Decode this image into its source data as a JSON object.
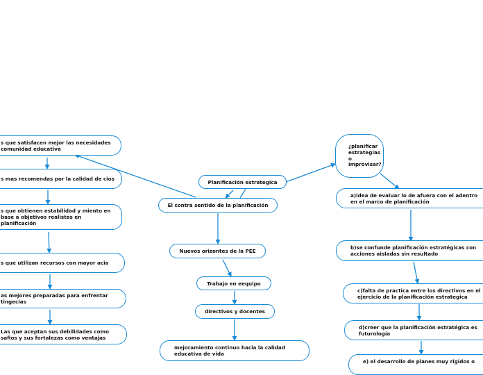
{
  "colors": {
    "line": "#1a8bd6",
    "text": "#111111",
    "background": "#ffffff"
  },
  "nodes": {
    "planificacion": "Planificación estrategica",
    "contra_sentido": "El contra sentido de la planificación",
    "nuevos_orizontes": "Nuevos orizontes de la PEE",
    "trabajo_equipo": "Trabajo en eequipo",
    "directivos_docentes": "directivos y docentes",
    "mejoramiento": "mejoramiento continuo hacia la calidad educativa de vida",
    "planificar_question": "¿planificar estrategias o improvisar?",
    "left_1": "s que satisfacen mejor las necesidades comunidad educativa",
    "left_2": "s mas recomendas por la calidad de cios",
    "left_3": "s que obtienen estabilidad y miento en base a objetivos realistas en planificación",
    "left_4": "s que utilizan recursos con mayor acia",
    "left_5": "as mejores preparadas para enfrentar tingecias",
    "left_6": "Las que aceptan sus debilidades como safios y sus fortalezas como ventajas",
    "right_a": "a)idea de evaluar lo de afuera con el adentro en el marco de planificación",
    "right_b": "b)se confunde planificación estratégicas con acciones aisladas sin resultado",
    "right_c": "c)falta de practica entre los directivos en el ejercicio de la planificación estrategica",
    "right_d": "d)creer que la planificación estratégica es futurología",
    "right_e": "e) el desarrollo de planes muy rigidos o"
  }
}
